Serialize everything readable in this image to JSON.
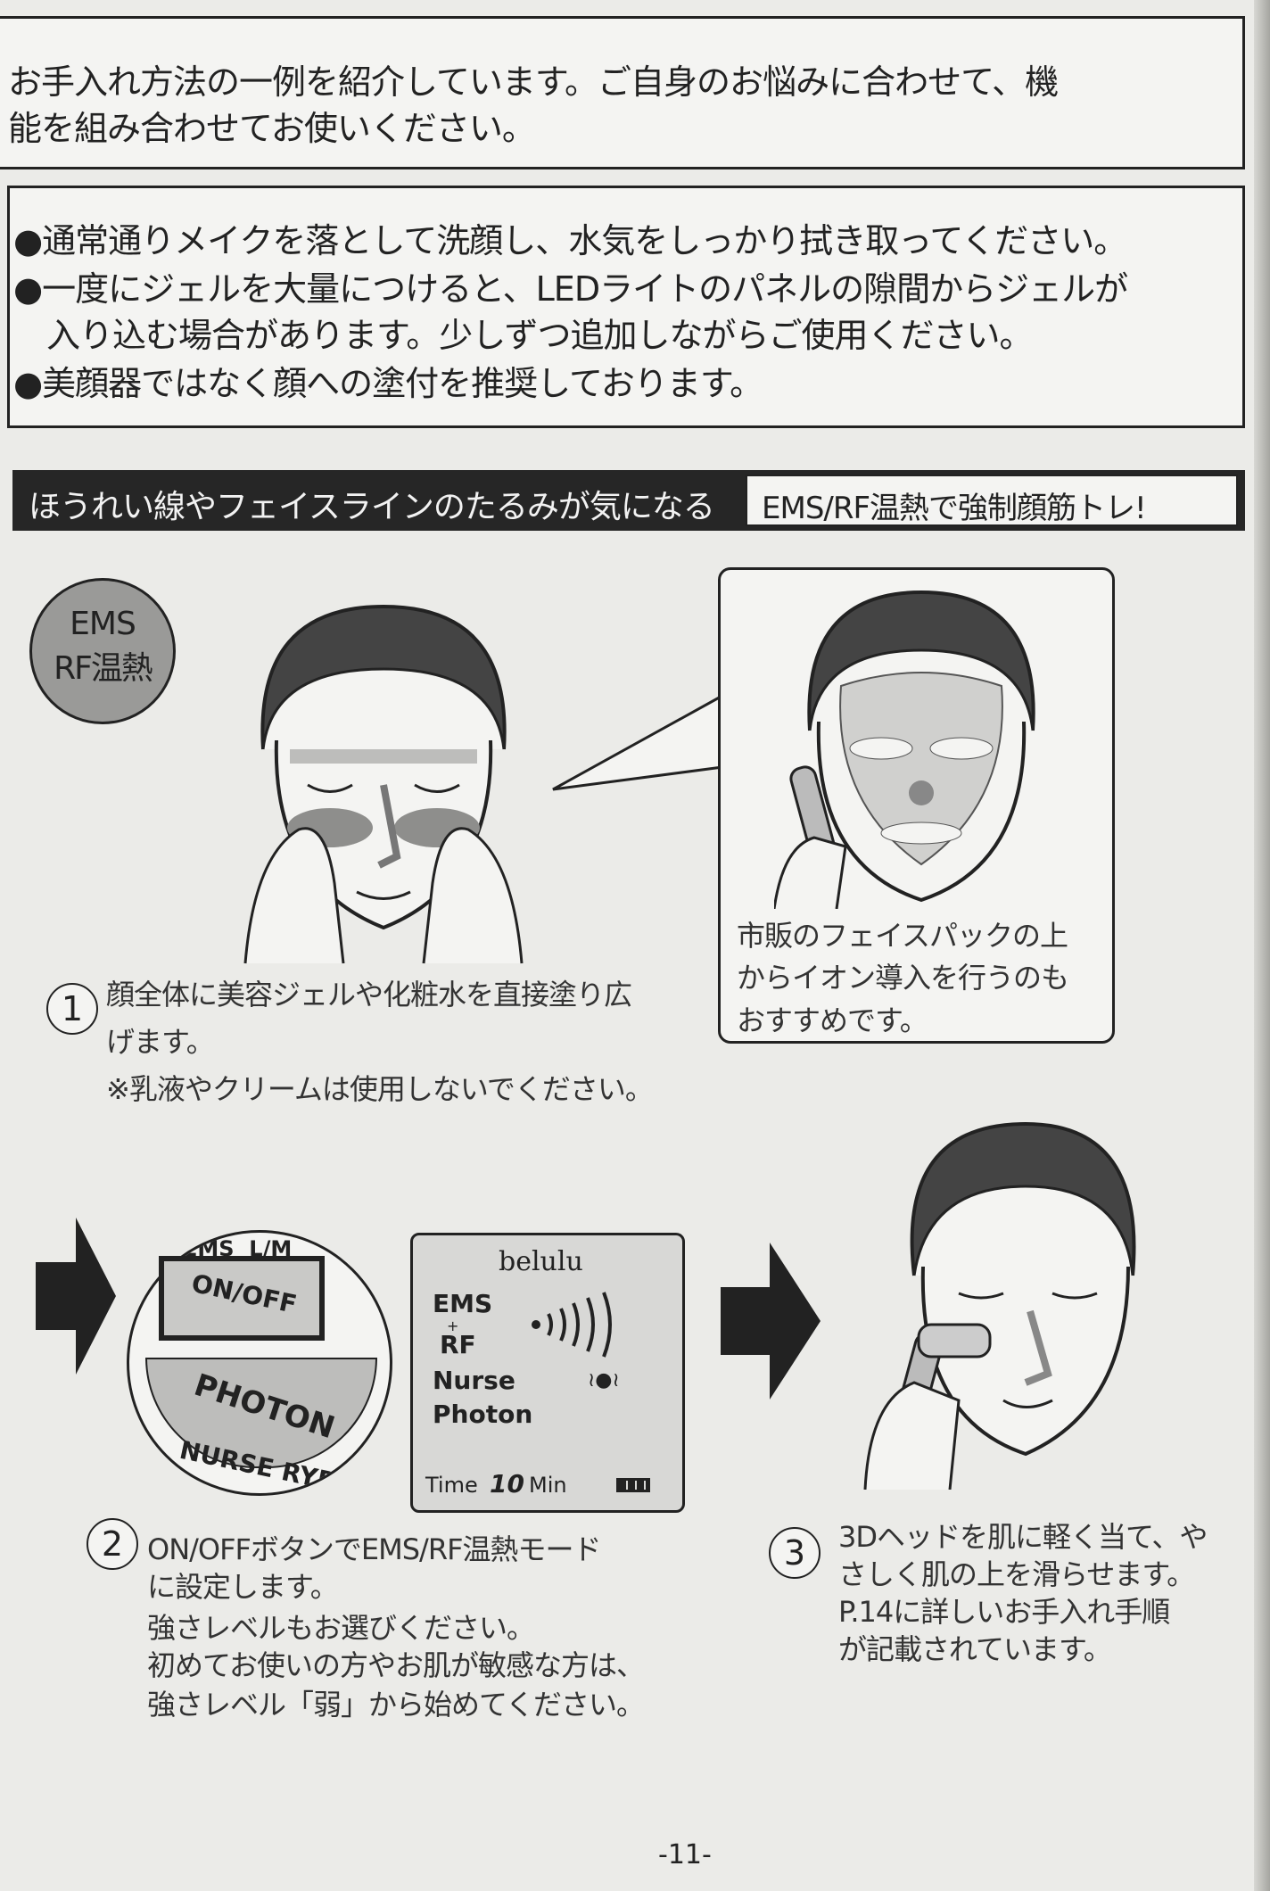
{
  "intro": {
    "lines": [
      "お手入れ方法の一例を紹介しています。ご自身のお悩みに合わせて、機",
      "能を組み合わせてお使いください。"
    ]
  },
  "notes": {
    "lines": [
      "●通常通りメイクを落として洗顔し、水気をしっかり拭き取ってください。",
      "●一度にジェルを大量につけると、LEDライトのパネルの隙間からジェルが",
      "　入り込む場合があります。少しずつ追加しながらご使用ください。",
      "●美顔器ではなく顔への塗付を推奨しております。"
    ]
  },
  "section": {
    "title": "ほうれい線やフェイスラインのたるみが気になる",
    "subtitle": "EMS/RF温熱で強制顔筋トレ!"
  },
  "mode_badge": {
    "line1": "EMS",
    "line2": "RF温熱"
  },
  "bubble": {
    "lines": [
      "市販のフェイスパックの上",
      "からイオン導入を行うのも",
      "おすすめです。"
    ]
  },
  "step1": {
    "number": "1",
    "lines": [
      "顔全体に美容ジェルや化粧水を直接塗り広",
      "げます。",
      "※乳液やクリームは使用しないでください。"
    ]
  },
  "dial": {
    "top": "EMS  L/M",
    "button": "ON/OFF",
    "middle": "PHOTON",
    "bottom": "NURSE RYB"
  },
  "display": {
    "brand": "belulu",
    "mode1": "EMS",
    "plus": "+",
    "mode2": "RF",
    "mode3": "Nurse",
    "mode4": "Photon",
    "time_label": "Time",
    "time_value": "10",
    "time_unit": "Min"
  },
  "step2": {
    "number": "2",
    "lines": [
      "ON/OFFボタンでEMS/RF温熱モード",
      "に設定します。",
      "強さレベルもお選びください。",
      "初めてお使いの方やお肌が敏感な方は、",
      "強さレベル「弱」から始めてください。"
    ]
  },
  "step3": {
    "number": "3",
    "lines": [
      "3Dヘッドを肌に軽く当て、や",
      "さしく肌の上を滑らせます。",
      "P.14に詳しいお手入れ手順",
      "が記載されています。"
    ]
  },
  "page_number": "-11-"
}
